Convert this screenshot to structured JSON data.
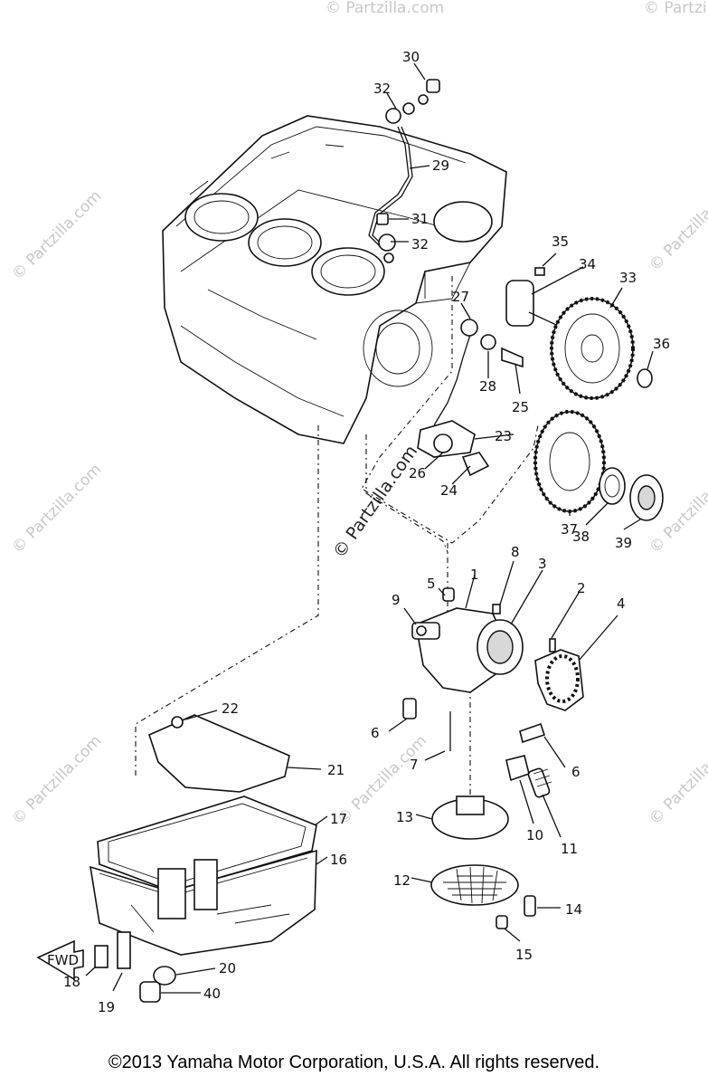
{
  "callouts": [
    "1",
    "2",
    "3",
    "4",
    "5",
    "6",
    "6",
    "7",
    "8",
    "9",
    "10",
    "11",
    "12",
    "13",
    "14",
    "15",
    "16",
    "17",
    "18",
    "19",
    "20",
    "21",
    "22",
    "23",
    "24",
    "25",
    "26",
    "27",
    "28",
    "29",
    "30",
    "31",
    "32",
    "32",
    "33",
    "34",
    "35",
    "36",
    "37",
    "38",
    "39",
    "40"
  ],
  "fwd_label": "FWD",
  "watermark": {
    "small": "© Partzilla.com",
    "center": "© Partzilla.com"
  },
  "copyright": "©2013  Yamaha Motor Corporation, U.S.A. All rights reserved."
}
